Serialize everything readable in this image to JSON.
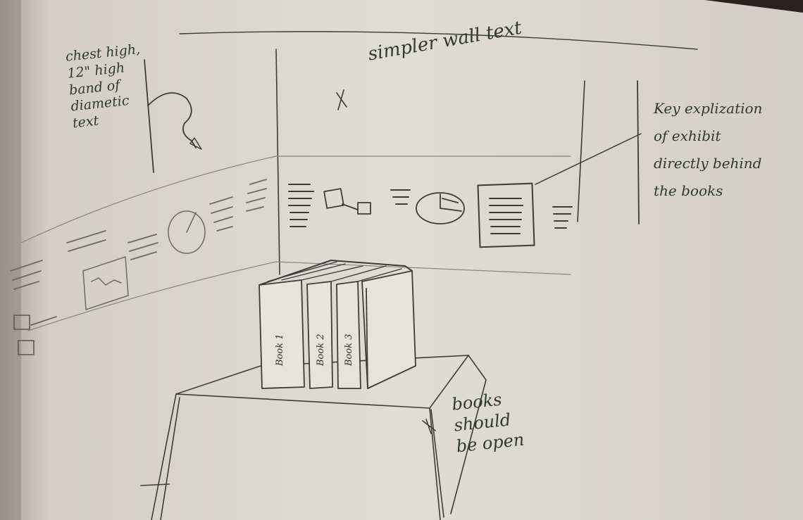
{
  "photo": {
    "subject": "sketchbook-page",
    "colors": {
      "paper": "#ddd8d2",
      "paper_shadow": "#b9b3ad",
      "pencil": "#3a3a3a",
      "pen": "#2f3a2c",
      "background": "#2a2220"
    }
  },
  "annotations": {
    "chest_note": [
      "chest high,",
      "12\" high",
      "band of",
      "diametic",
      "text"
    ],
    "wall_note": "simpler wall text",
    "key_note": [
      "Key explization",
      "of exhibit",
      "directly behind",
      "the books"
    ],
    "books_note": [
      "books",
      "should",
      "be open"
    ]
  },
  "book_spines": [
    "Book 1",
    "Book 2",
    "Book 3"
  ]
}
